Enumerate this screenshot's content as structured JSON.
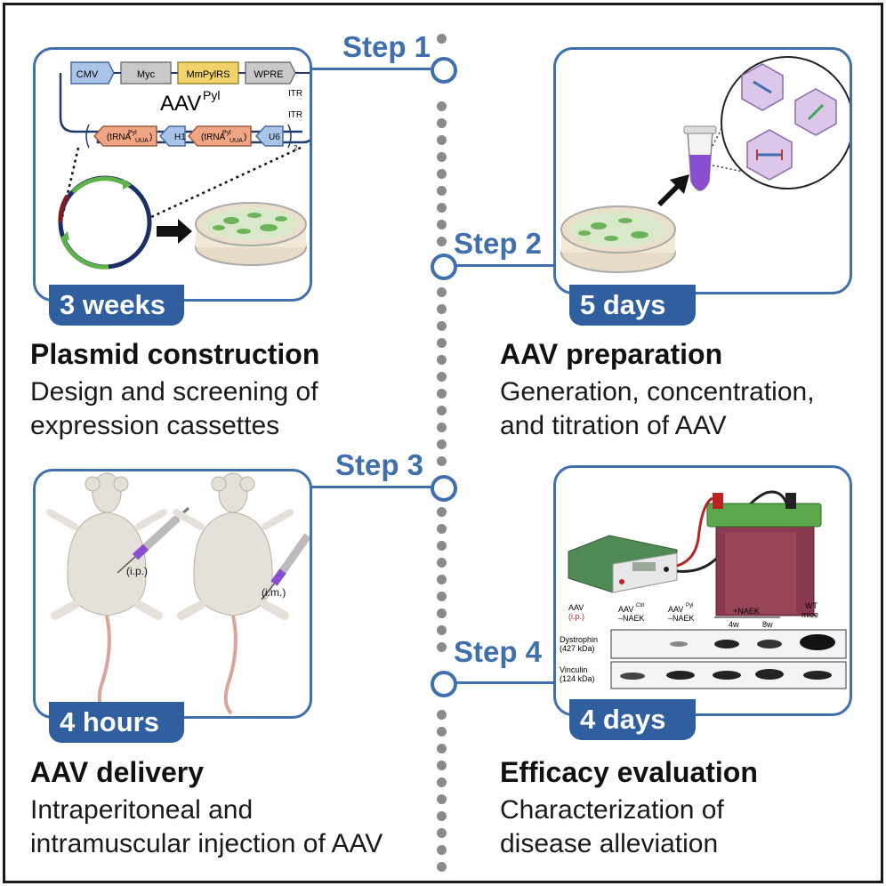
{
  "steps": [
    {
      "label": "Step 1",
      "duration": "3 weeks",
      "title": "Plasmid construction",
      "desc1": "Design and screening of",
      "desc2": "expression cassettes"
    },
    {
      "label": "Step 2",
      "duration": "5 days",
      "title": "AAV preparation",
      "desc1": "Generation, concentration,",
      "desc2": "and titration of AAV"
    },
    {
      "label": "Step 3",
      "duration": "4 hours",
      "title": "AAV delivery",
      "desc1": "Intraperitoneal and",
      "desc2": "intramuscular injection of AAV"
    },
    {
      "label": "Step 4",
      "duration": "4 days",
      "title": "Efficacy evaluation",
      "desc1": "Characterization of",
      "desc2": "disease alleviation"
    }
  ],
  "plasmid": {
    "cmv": "CMV",
    "myc": "Myc",
    "mmpylrs": "MmPylRS",
    "wpre": "WPRE",
    "name": "AAV",
    "name_sup": "Pyl",
    "itr_top": "ITR",
    "itr_bottom": "ITR",
    "trna": "(tRNA",
    "trna_sup": "Pyl",
    "trna_sub": "UUA",
    "trna_close": ")",
    "h1": "H1",
    "u6": "U6",
    "repeat": "2",
    "colors": {
      "cmv": "#a9c4e8",
      "myc": "#c9c9c9",
      "mmpylrs": "#f2d36b",
      "wpre": "#c9c9c9",
      "trna": "#f0a584",
      "promoter": "#a9c4e8"
    }
  },
  "injection": {
    "ip": "(i.p.)",
    "im": "(i.m.)"
  },
  "blot": {
    "aav_label": "AAV",
    "aav_route": "(i.p.)",
    "col1_a": "AAV",
    "col1_sup": "Ctrl",
    "col1_b": "–NAEK",
    "col2_a": "AAV",
    "col2_sup": "Pyl",
    "col2_b": "–NAEK",
    "naek": "+NAEK",
    "w4": "4w",
    "w8": "8w",
    "wt1": "WT",
    "wt2": "mice",
    "dys1": "Dystrophin",
    "dys2": "(427 kDa)",
    "vin1": "Vinculin",
    "vin2": "(124 kDa)",
    "route_color": "#b22222"
  }
}
